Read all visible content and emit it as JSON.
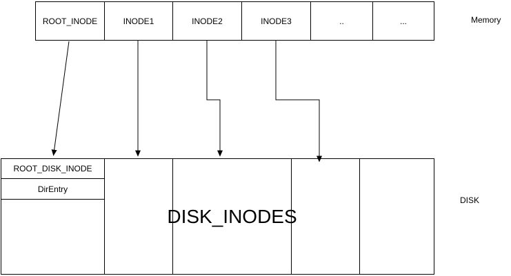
{
  "memory_row": {
    "cells": [
      {
        "label": "ROOT_INODE"
      },
      {
        "label": "INODE1"
      },
      {
        "label": "INODE2"
      },
      {
        "label": "INODE3"
      },
      {
        "label": ".."
      },
      {
        "label": "..."
      }
    ]
  },
  "disk": {
    "cell1": {
      "rows": [
        "ROOT_DISK_INODE",
        "DirEntry"
      ]
    },
    "cell3": {
      "label": "DISK_INODES"
    }
  },
  "labels": {
    "memory": "Memory",
    "disk": "DISK"
  },
  "colors": {
    "stroke": "#000000",
    "text": "#000000",
    "background": "#ffffff"
  }
}
